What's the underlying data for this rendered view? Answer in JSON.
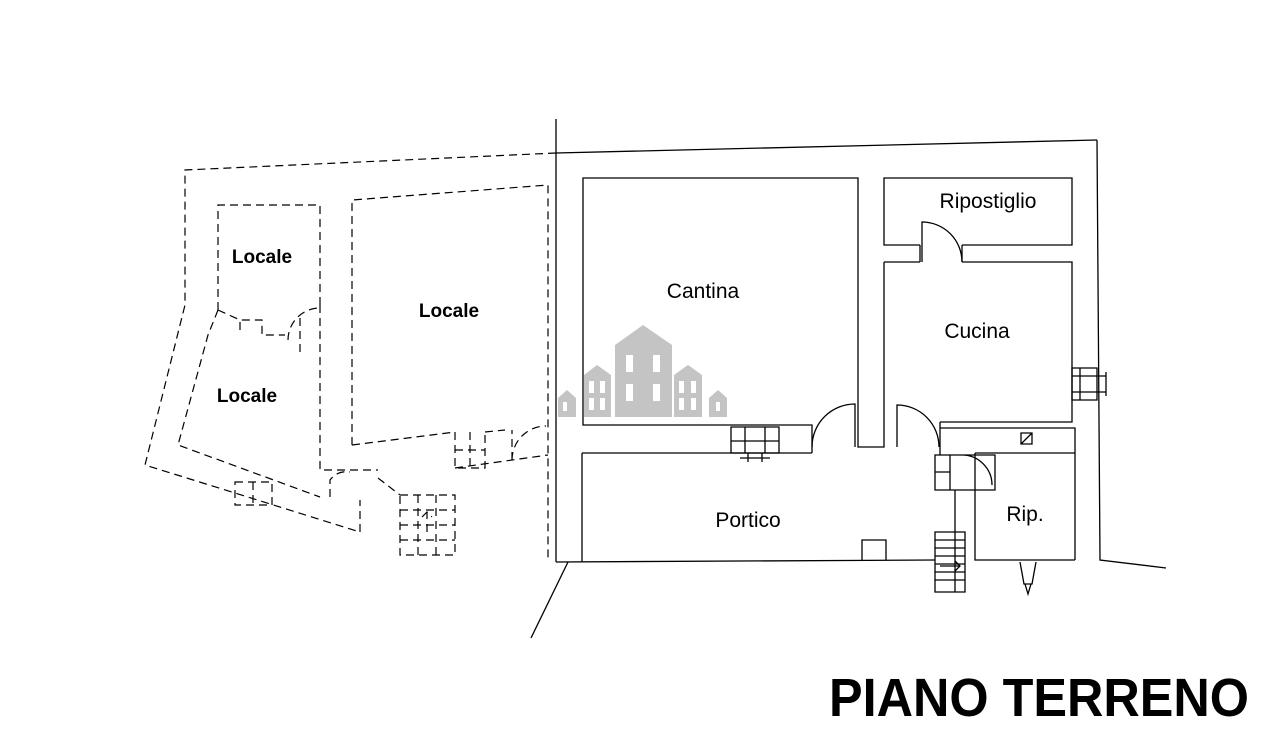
{
  "plan": {
    "title": "PIANO TERRENO",
    "rooms": [
      {
        "label": "Ripostiglio"
      },
      {
        "label": "Cantina"
      },
      {
        "label": "Cucina"
      },
      {
        "label": "Portico"
      },
      {
        "label": "Rip."
      }
    ],
    "old_rooms": [
      {
        "label": "Locale"
      },
      {
        "label": "Locale"
      },
      {
        "label": "Locale"
      }
    ]
  },
  "colors": {
    "walls": "#000000",
    "background": "#ffffff",
    "watermark": "#c4c4c4"
  },
  "icons": {
    "watermark": "houses-logo-icon",
    "doors": "door-swing-icon",
    "stairs": "stairs-icon",
    "fireplace": "fireplace-icon",
    "chimney": "chimney-icon"
  }
}
